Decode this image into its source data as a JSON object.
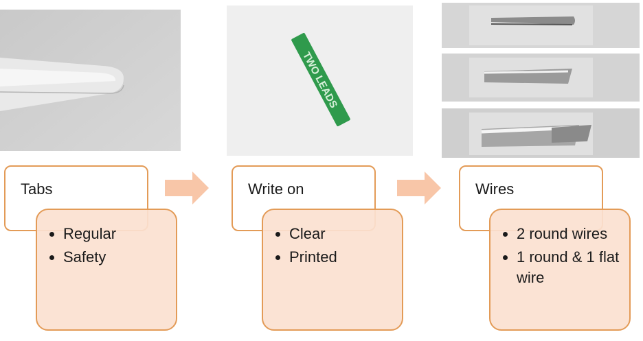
{
  "stages": [
    {
      "title": "Tabs",
      "items": [
        "Regular",
        "Safety"
      ]
    },
    {
      "title": "Write on",
      "items": [
        "Clear",
        "Printed"
      ]
    },
    {
      "title": "Wires",
      "items": [
        "2 round wires",
        "1 round & 1 flat wire"
      ]
    }
  ],
  "photo_texts": {
    "write_on_label": "TWO LEADS"
  },
  "colors": {
    "box_border": "#e39b57",
    "box_fill": "#fbe1d0",
    "arrow_fill": "#f8c6a8",
    "text": "#1a1a1a",
    "label_green": "#2f9a4c"
  },
  "icons": [
    "bullet-icon",
    "right-arrow-icon"
  ]
}
